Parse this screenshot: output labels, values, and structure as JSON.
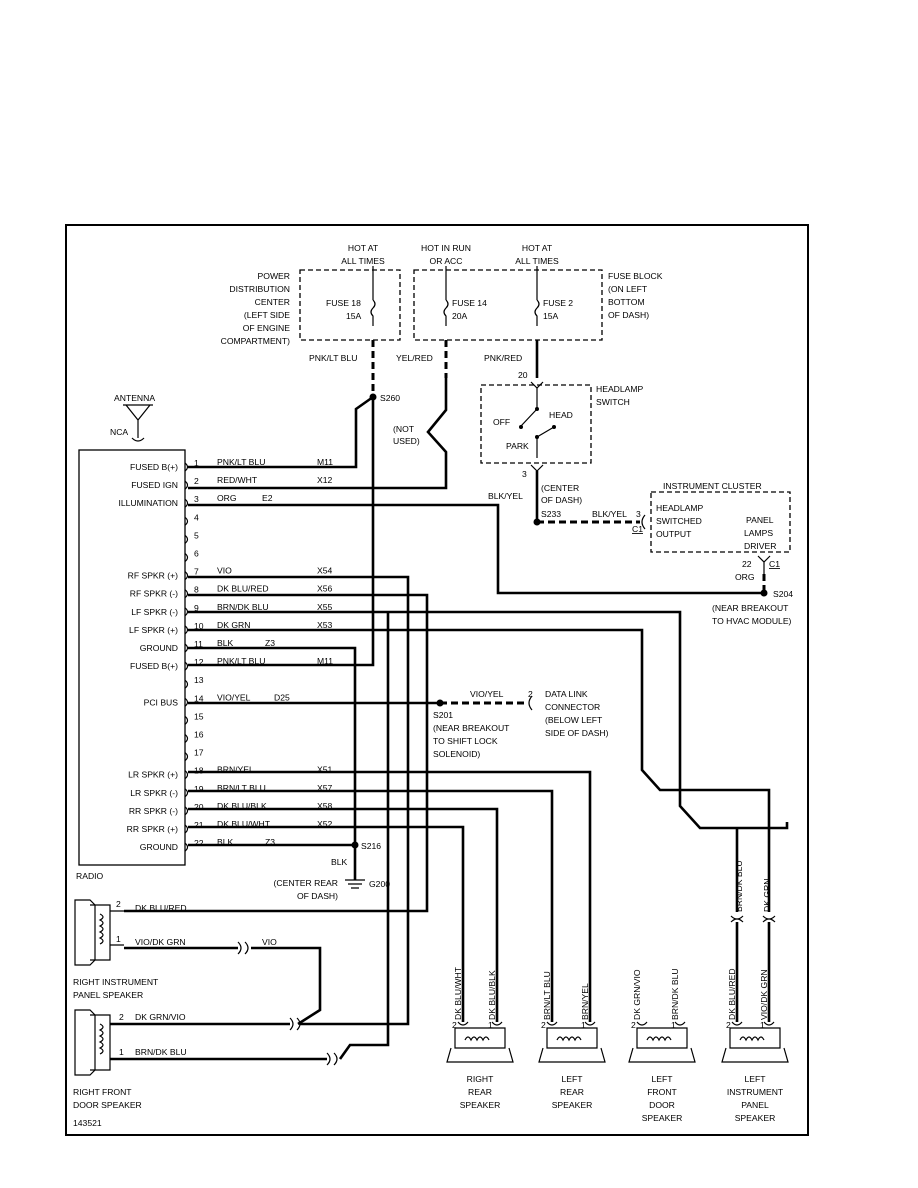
{
  "figure_id": "143521",
  "power": {
    "hot_at_all_times": "HOT AT ALL TIMES",
    "hot_in_run_or_acc": "HOT IN RUN OR ACC",
    "pdc_label": "POWER DISTRIBUTION CENTER (LEFT SIDE OF ENGINE COMPARTMENT)",
    "fuse_block_label": "FUSE BLOCK (ON LEFT BOTTOM OF DASH)",
    "fuse18": "FUSE 18",
    "fuse18_amp": "15A",
    "fuse14": "FUSE 14",
    "fuse14_amp": "20A",
    "fuse2": "FUSE 2",
    "fuse2_amp": "15A",
    "wire_pnk_lt_blu": "PNK/LT BLU",
    "wire_yel_red": "YEL/RED",
    "wire_pnk_red": "PNK/RED",
    "not_used": "(NOT USED)",
    "s260": "S260"
  },
  "headlamp": {
    "label": "HEADLAMP SWITCH",
    "off": "OFF",
    "head": "HEAD",
    "park": "PARK",
    "pin20": "20",
    "pin3": "3",
    "center_of_dash": "(CENTER OF DASH)",
    "blk_yel": "BLK/YEL",
    "s233": "S233",
    "blk_yel2": "BLK/YEL",
    "pin3b": "3",
    "c1": "C1"
  },
  "cluster": {
    "label": "INSTRUMENT CLUSTER",
    "hs_output": "HEADLAMP SWITCHED OUTPUT",
    "panel_lamps": "PANEL LAMPS DRIVER",
    "pin22": "22",
    "c1": "C1",
    "org": "ORG",
    "s204": "S204",
    "s204_note": "(NEAR BREAKOUT TO HVAC MODULE)"
  },
  "antenna": {
    "label": "ANTENNA",
    "nca": "NCA"
  },
  "radio": {
    "label": "RADIO",
    "pins": [
      {
        "n": "1",
        "func": "FUSED B(+)",
        "color": "PNK/LT BLU",
        "circuit": "M11"
      },
      {
        "n": "2",
        "func": "FUSED IGN",
        "color": "RED/WHT",
        "circuit": "X12"
      },
      {
        "n": "3",
        "func": "ILLUMINATION",
        "color": "ORG",
        "circuit": "E2"
      },
      {
        "n": "4",
        "func": "",
        "color": "",
        "circuit": ""
      },
      {
        "n": "5",
        "func": "",
        "color": "",
        "circuit": ""
      },
      {
        "n": "6",
        "func": "",
        "color": "",
        "circuit": ""
      },
      {
        "n": "7",
        "func": "RF SPKR (+)",
        "color": "VIO",
        "circuit": "X54"
      },
      {
        "n": "8",
        "func": "RF SPKR (-)",
        "color": "DK BLU/RED",
        "circuit": "X56"
      },
      {
        "n": "9",
        "func": "LF SPKR (-)",
        "color": "BRN/DK BLU",
        "circuit": "X55"
      },
      {
        "n": "10",
        "func": "LF SPKR (+)",
        "color": "DK GRN",
        "circuit": "X53"
      },
      {
        "n": "11",
        "func": "GROUND",
        "color": "BLK",
        "circuit": "Z3"
      },
      {
        "n": "12",
        "func": "FUSED B(+)",
        "color": "PNK/LT BLU",
        "circuit": "M11"
      },
      {
        "n": "13",
        "func": "",
        "color": "",
        "circuit": ""
      },
      {
        "n": "14",
        "func": "PCI BUS",
        "color": "VIO/YEL",
        "circuit": "D25"
      },
      {
        "n": "15",
        "func": "",
        "color": "",
        "circuit": ""
      },
      {
        "n": "16",
        "func": "",
        "color": "",
        "circuit": ""
      },
      {
        "n": "17",
        "func": "",
        "color": "",
        "circuit": ""
      },
      {
        "n": "18",
        "func": "LR SPKR (+)",
        "color": "BRN/YEL",
        "circuit": "X51"
      },
      {
        "n": "19",
        "func": "LR SPKR (-)",
        "color": "BRN/LT BLU",
        "circuit": "X57"
      },
      {
        "n": "20",
        "func": "RR SPKR (-)",
        "color": "DK BLU/BLK",
        "circuit": "X58"
      },
      {
        "n": "21",
        "func": "RR SPKR (+)",
        "color": "DK BLU/WHT",
        "circuit": "X52"
      },
      {
        "n": "22",
        "func": "GROUND",
        "color": "BLK",
        "circuit": "Z3"
      }
    ]
  },
  "dlc": {
    "wire": "VIO/YEL",
    "pin": "2",
    "label": "DATA LINK CONNECTOR (BELOW LEFT SIDE OF DASH)",
    "s201": "S201",
    "s201_note": "(NEAR BREAKOUT TO SHIFT LOCK SOLENOID)"
  },
  "ground": {
    "s216": "S216",
    "blk": "BLK",
    "g200": "G200",
    "note": "(CENTER REAR OF DASH)"
  },
  "rip_speaker": {
    "label": "RIGHT INSTRUMENT PANEL SPEAKER",
    "pin2": "2",
    "wire2": "DK BLU/RED",
    "pin1": "1",
    "wire1": "VIO/DK GRN",
    "vio": "VIO"
  },
  "rfd_speaker": {
    "label": "RIGHT FRONT DOOR SPEAKER",
    "pin2": "2",
    "wire2": "DK GRN/VIO",
    "pin1": "1",
    "wire1": "BRN/DK BLU"
  },
  "bottom_speakers": [
    {
      "label": "RIGHT REAR SPEAKER",
      "pin2": "2",
      "wire2": "DK BLU/WHT",
      "pin1": "1",
      "wire1": "DK BLU/BLK"
    },
    {
      "label": "LEFT REAR SPEAKER",
      "pin2": "2",
      "wire2": "BRN/LT BLU",
      "pin1": "1",
      "wire1": "BRN/YEL"
    },
    {
      "label": "LEFT FRONT DOOR SPEAKER",
      "pin2": "2",
      "wire2": "DK GRN/VIO",
      "pin1": "1",
      "wire1": "BRN/DK BLU"
    },
    {
      "label": "LEFT INSTRUMENT PANEL SPEAKER",
      "pin2": "2",
      "wire2": "DK BLU/RED",
      "pin1": "1",
      "wire1": "VIO/DK GRN"
    }
  ],
  "lip_upper": {
    "wire_a": "BRN/DK BLU",
    "wire_b": "DK GRN"
  }
}
